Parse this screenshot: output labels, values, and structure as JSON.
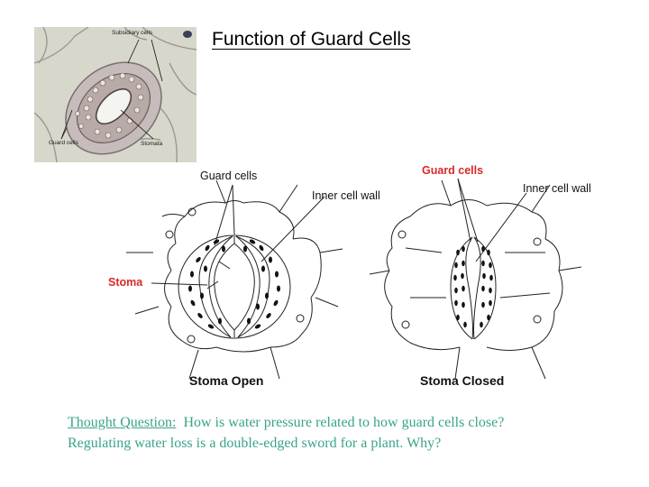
{
  "title": "Function of Guard Cells",
  "micrograph": {
    "labels": {
      "subsidiary": "Subsidiary cells",
      "guard": "Guard cells",
      "stomata": "Stomata"
    }
  },
  "diagram": {
    "open": {
      "guard_cells_label": "Guard cells",
      "inner_wall_label": "Inner cell wall",
      "stoma_label": "Stoma",
      "caption": "Stoma Open"
    },
    "closed": {
      "guard_cells_label": "Guard cells",
      "inner_wall_label": "Inner cell wall",
      "caption": "Stoma Closed"
    }
  },
  "thought": {
    "heading": "Thought Question:",
    "line1": "How is water pressure related to how guard cells close?",
    "line2": "Regulating water loss is a double-edged sword for a plant.  Why?"
  },
  "colors": {
    "accent_red": "#d62a2a",
    "question_teal": "#3aa38a"
  }
}
